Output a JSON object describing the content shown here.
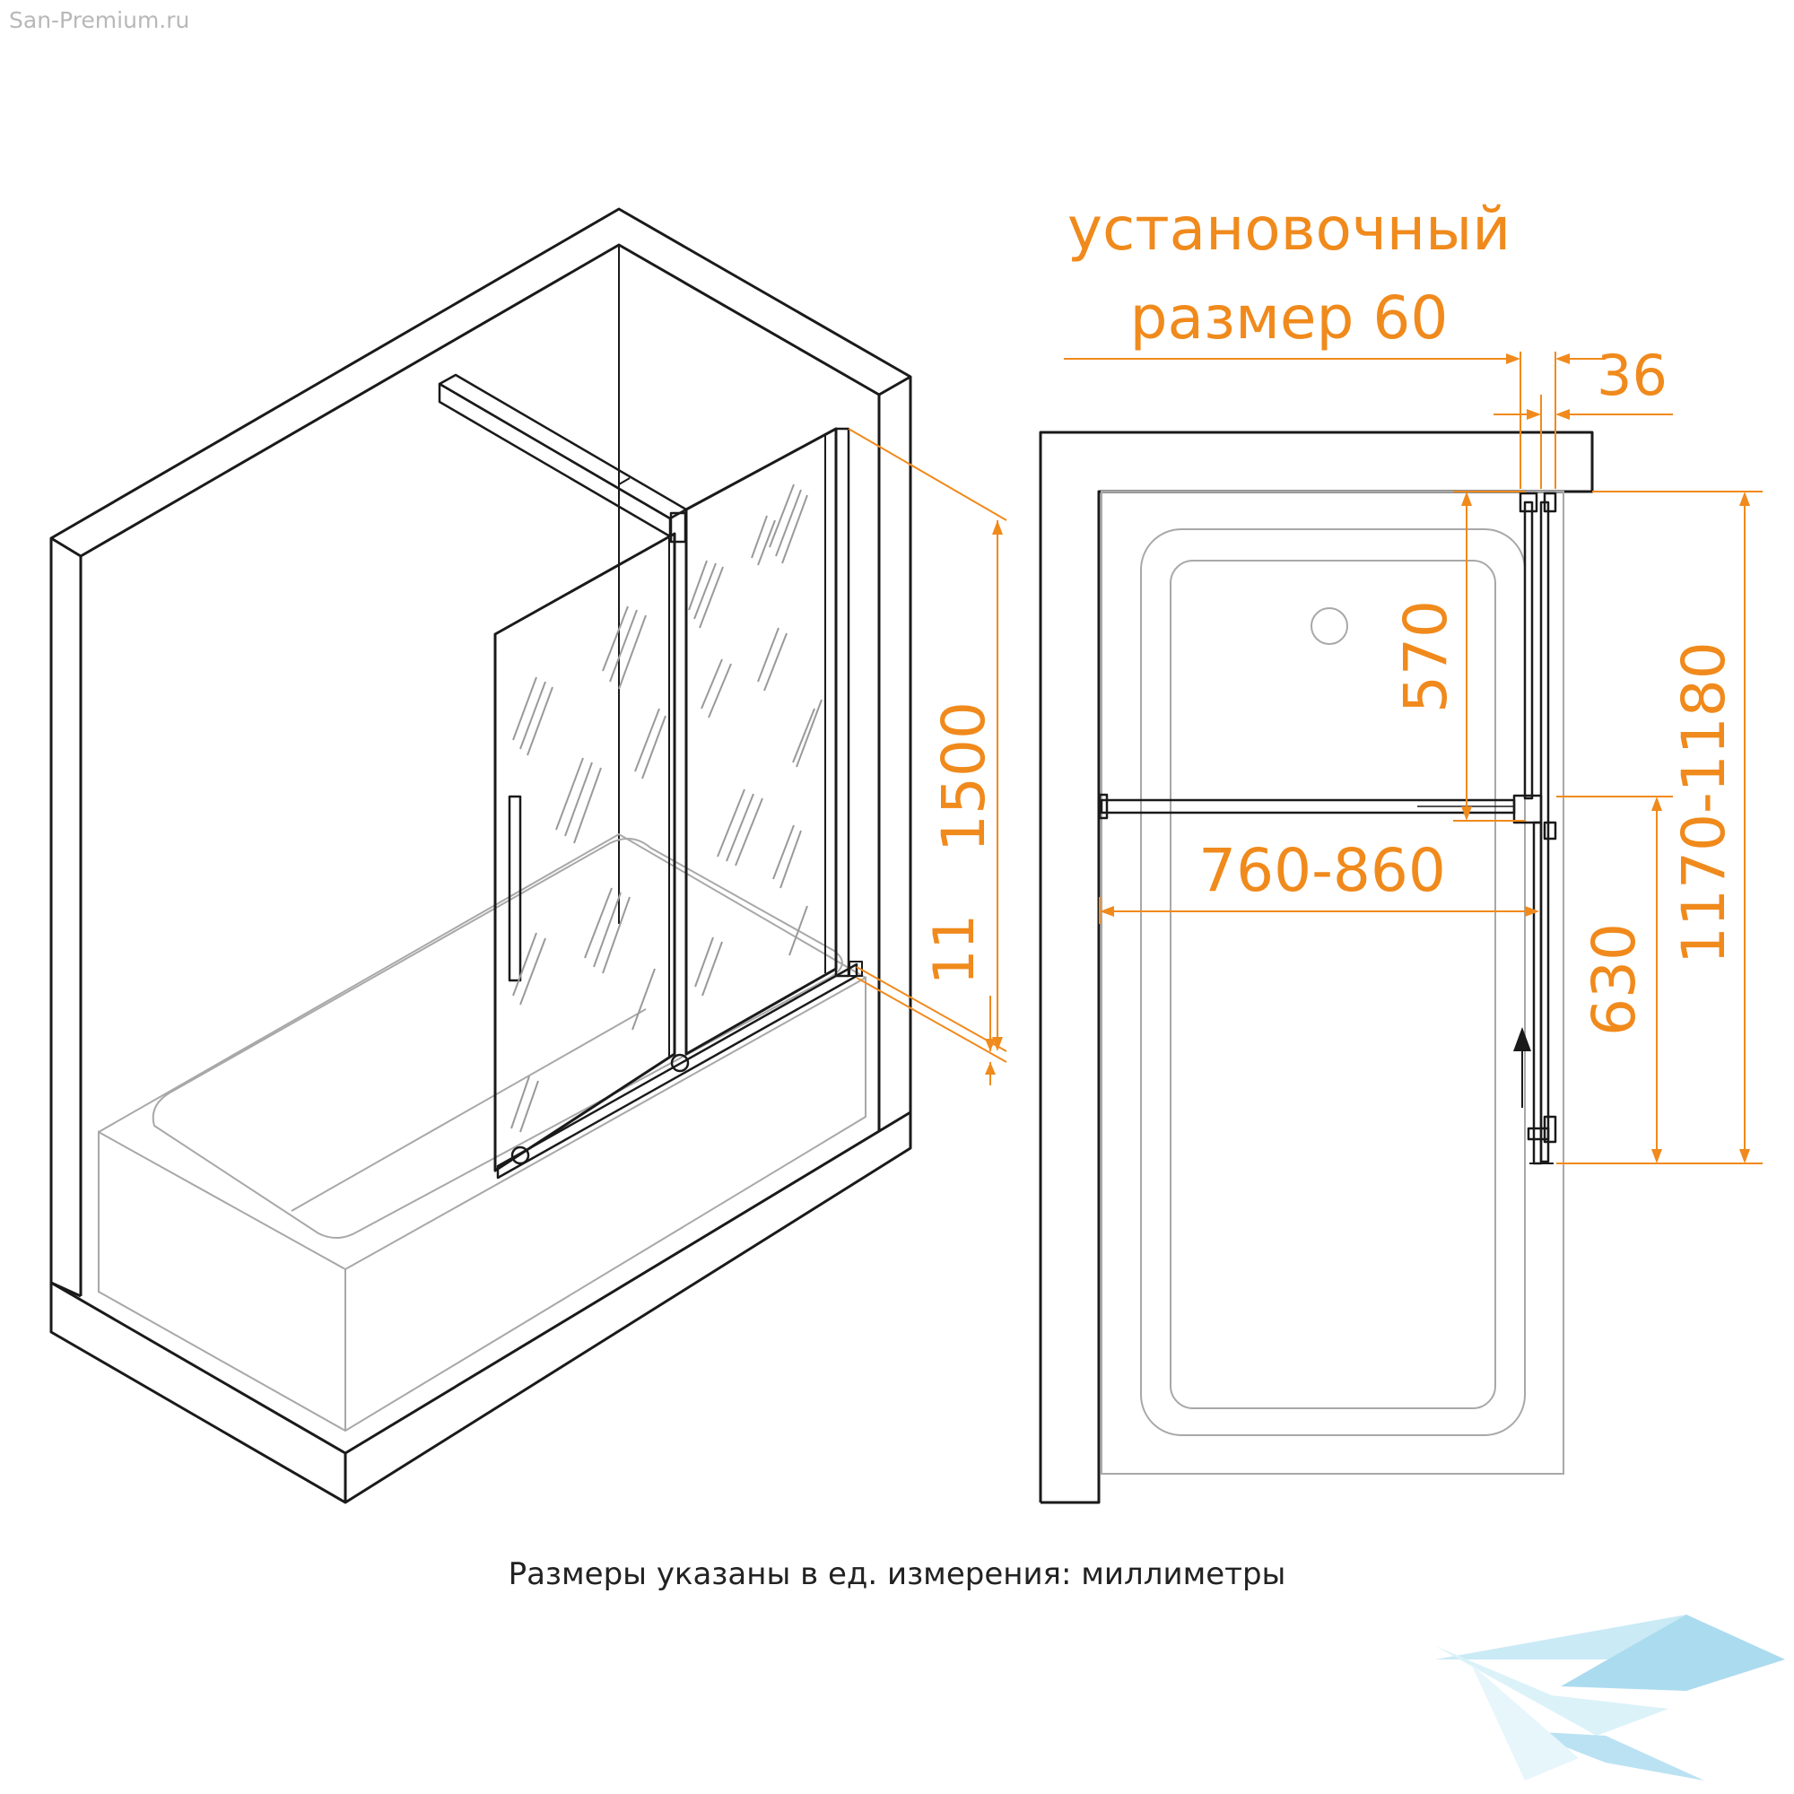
{
  "watermark": "San-Premium.ru",
  "caption": "Размеры указаны в ед. измерения: миллиметры",
  "dimensions": {
    "install_line1": "установочный",
    "install_line2": "размер 60",
    "d36": "36",
    "d570": "570",
    "d1500": "1500",
    "d11": "11",
    "d760_860": "760-860",
    "d630": "630",
    "d1170_1180": "1170-1180"
  },
  "colors": {
    "dimension": "#f08a1c",
    "outline": "#1a1a1a",
    "bath_outline": "#a8a8a8",
    "logo": "#8fd0ea"
  },
  "icons": [
    "bird-logo-icon",
    "arrow-up-icon"
  ]
}
